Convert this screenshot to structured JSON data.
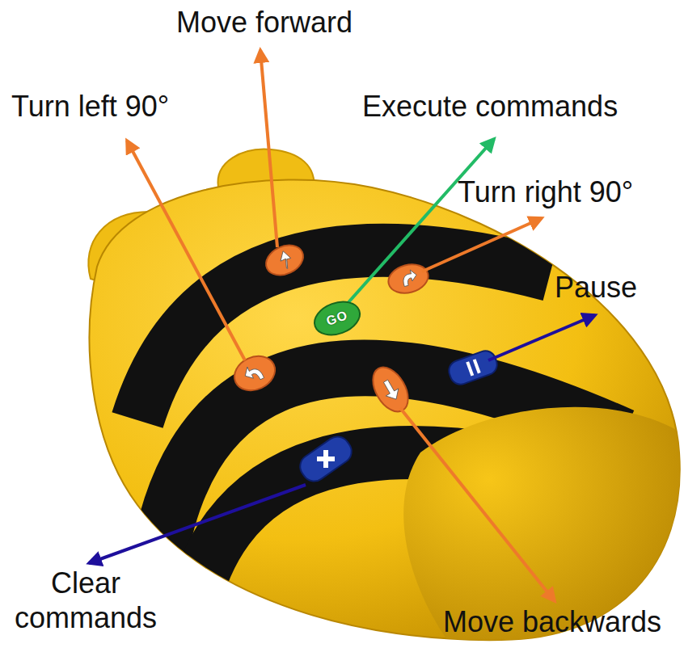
{
  "diagram": {
    "nodes": [
      {
        "text": [
          "GO"
        ]
      }
    ],
    "labels": [
      "Move forward",
      "Turn left 90°",
      "Execute commands",
      "Turn right 90°",
      "Pause",
      "Clear commands",
      "Move backwards"
    ]
  }
}
